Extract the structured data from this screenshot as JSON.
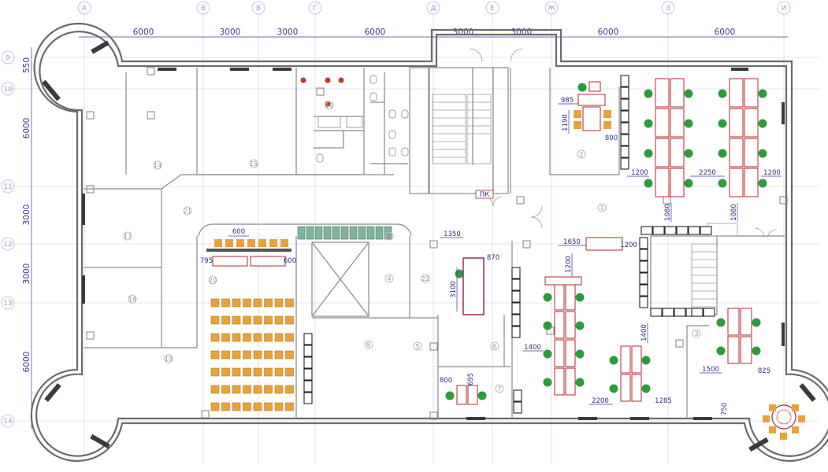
{
  "dimensions": {
    "top": [
      "6000",
      "3000",
      "3000",
      "6000",
      "3000",
      "3000",
      "6000",
      "6000"
    ],
    "left": [
      "550",
      "6000",
      "3000",
      "3000",
      "6000"
    ]
  },
  "axis_labels": {
    "top": [
      "A",
      "B",
      "B",
      "Г",
      "Д",
      "Е",
      "Ж",
      "З",
      "И"
    ],
    "left": [
      "9",
      "10",
      "11",
      "12",
      "13",
      "14"
    ]
  },
  "room_numbers": [
    "14",
    "15",
    "16",
    "17",
    "18",
    "19",
    "20",
    "21",
    "22",
    "1",
    "2",
    "3",
    "4",
    "5",
    "6",
    "7",
    "8",
    "9"
  ],
  "annotations": {
    "d985": "985",
    "d1190": "1190",
    "d800a": "800",
    "d1200a": "1200",
    "d2250": "2250",
    "d1200b": "1200",
    "d1080a": "1080",
    "d1080b": "1080",
    "d1650": "1650",
    "d1200c": "1200",
    "d1200d": "1200",
    "d1350": "1350",
    "d870": "870",
    "d3100": "3100",
    "d600": "600",
    "d795": "795",
    "d600b": "600",
    "d1400a": "1400",
    "d1400b": "1400",
    "d1500": "1500",
    "d825": "825",
    "d2200": "2200",
    "d1285": "1285",
    "d750": "750",
    "d800b": "800",
    "d695": "695"
  },
  "labels": {
    "stair_tag": "ПК"
  },
  "colors": {
    "dim": "#3b3b9a",
    "chair": "#e9a23b",
    "plant": "#2e9b3e",
    "desk": "#b2282e"
  }
}
